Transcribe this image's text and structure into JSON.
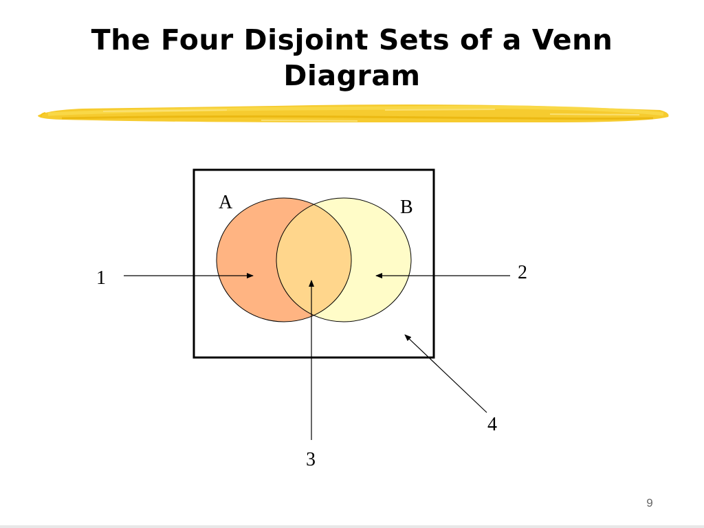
{
  "slide": {
    "title_line1": "The Four Disjoint Sets of a Venn",
    "title_line2": "Diagram",
    "page_number": "9"
  },
  "diagram": {
    "set_labels": {
      "a": "A",
      "b": "B"
    },
    "region_labels": {
      "r1": "1",
      "r2": "2",
      "r3": "3",
      "r4": "4"
    },
    "colors": {
      "set_a_fill": "#FFB482",
      "set_b_fill": "#FFFCC8",
      "intersection_fill": "#FFD68C",
      "brush_stroke": "#F5C518",
      "outline": "#000000"
    }
  }
}
